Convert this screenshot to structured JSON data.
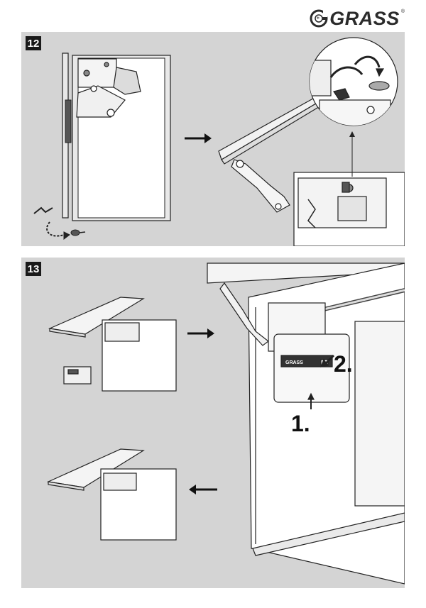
{
  "brand": {
    "name": "GRASS",
    "registered": "®"
  },
  "steps": [
    {
      "number": "12"
    },
    {
      "number": "13"
    }
  ],
  "callouts": {
    "step1": "1.",
    "step2": "2."
  },
  "plate_label": "GRASS"
}
